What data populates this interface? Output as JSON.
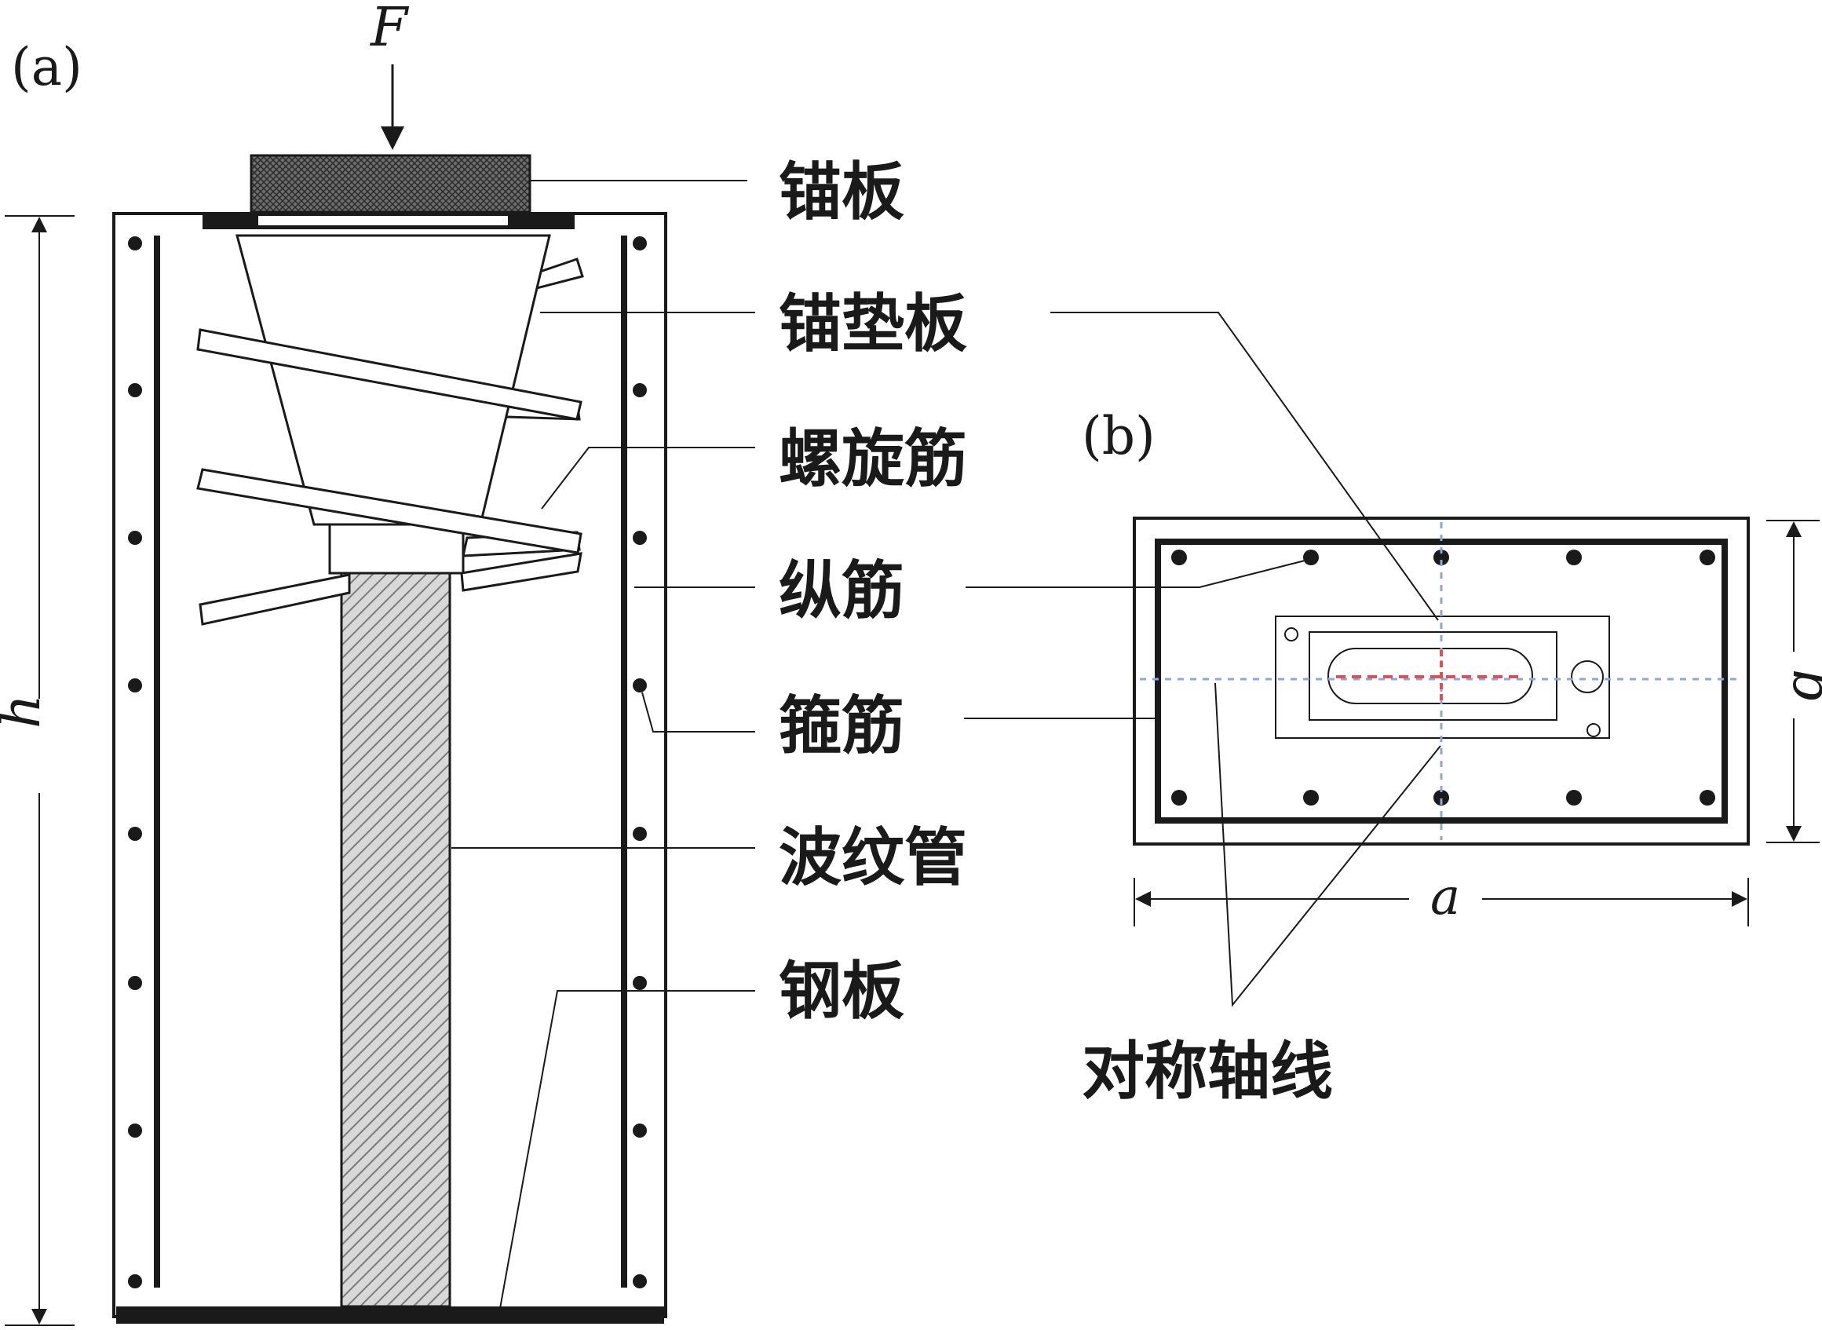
{
  "panel_a": {
    "label": "(a)",
    "force": "F",
    "height": "h"
  },
  "panel_b": {
    "label": "(b)",
    "width": "a",
    "depth": "b"
  },
  "labels": {
    "anchor_plate": "锚板",
    "anchor_pad": "锚垫板",
    "spiral_bar": "螺旋筋",
    "longitudinal_bar": "纵筋",
    "stirrup": "箍筋",
    "duct": "波纹管",
    "steel_plate": "钢板",
    "symmetry_axis": "对称轴线"
  },
  "colors": {
    "line": "#1a1a1a",
    "axis_blue": "#8ea6d8",
    "axis_red": "#e05050",
    "hatch_gray": "#8a8a8a"
  }
}
